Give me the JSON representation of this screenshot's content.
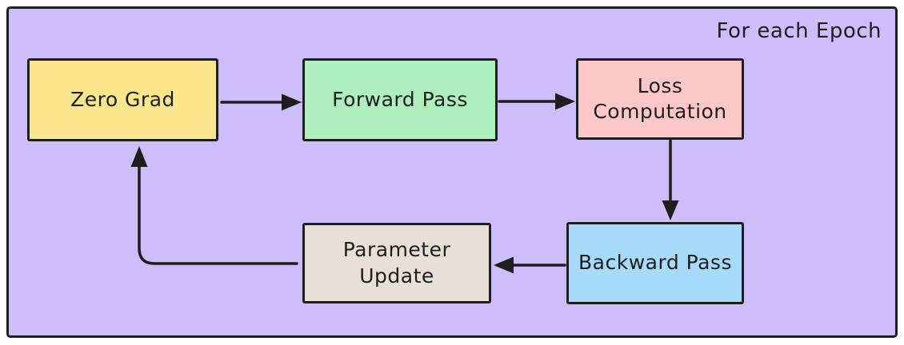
{
  "diagram": {
    "title": "For each Epoch",
    "colors": {
      "page_background": "#ffffff",
      "frame_fill": "#cdbdfb",
      "stroke": "#1e1e1e",
      "arrow": "#1e1e1e"
    },
    "nodes": [
      {
        "id": "zero-grad",
        "label": "Zero Grad",
        "fill": "#fbe58d"
      },
      {
        "id": "forward-pass",
        "label": "Forward Pass",
        "fill": "#adf0bd"
      },
      {
        "id": "loss-computation",
        "label": "Loss Computation",
        "fill": "#ffc8c8"
      },
      {
        "id": "backward-pass",
        "label": "Backward Pass",
        "fill": "#a7dbfb"
      },
      {
        "id": "parameter-update",
        "label": "Parameter Update",
        "fill": "#e9ded8"
      }
    ],
    "edges": [
      {
        "from": "Zero Grad",
        "to": "Forward Pass"
      },
      {
        "from": "Forward Pass",
        "to": "Loss Computation"
      },
      {
        "from": "Loss Computation",
        "to": "Backward Pass"
      },
      {
        "from": "Backward Pass",
        "to": "Parameter Update"
      },
      {
        "from": "Parameter Update",
        "to": "Zero Grad"
      }
    ]
  }
}
